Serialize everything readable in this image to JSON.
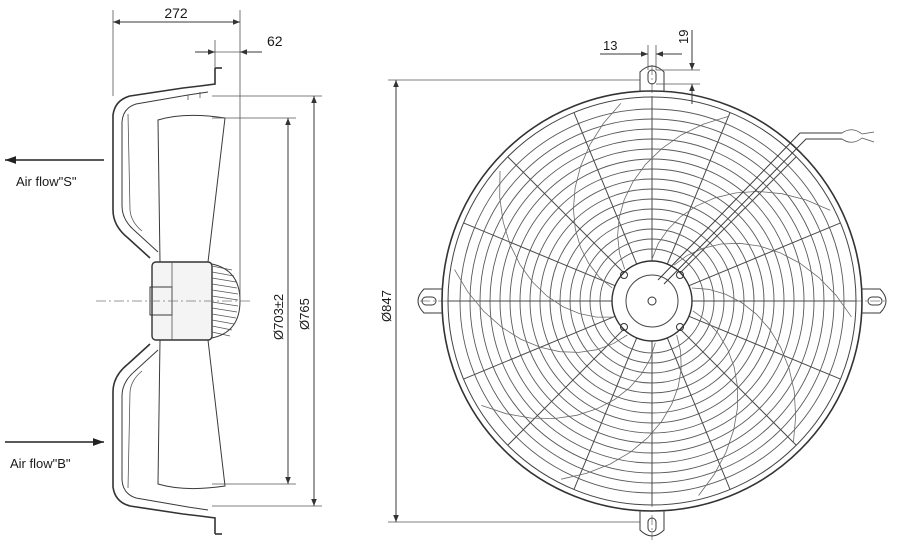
{
  "drawing": {
    "dimensions": {
      "depth_total": "272",
      "depth_flange": "62",
      "blade_dia": "Ø703±2",
      "housing_dia": "Ø765",
      "overall_dia": "Ø847",
      "slot_width": "13",
      "slot_height": "19"
    },
    "airflow": {
      "s_label": "Air flow\"S\"",
      "b_label": "Air flow\"B\""
    },
    "colors": {
      "line": "#3a3a3a",
      "grille": "#5a5a5a",
      "hub": "#4a4a4a"
    },
    "icons": {
      "arrow_s": "left-arrow-icon",
      "arrow_b": "right-arrow-icon"
    }
  }
}
